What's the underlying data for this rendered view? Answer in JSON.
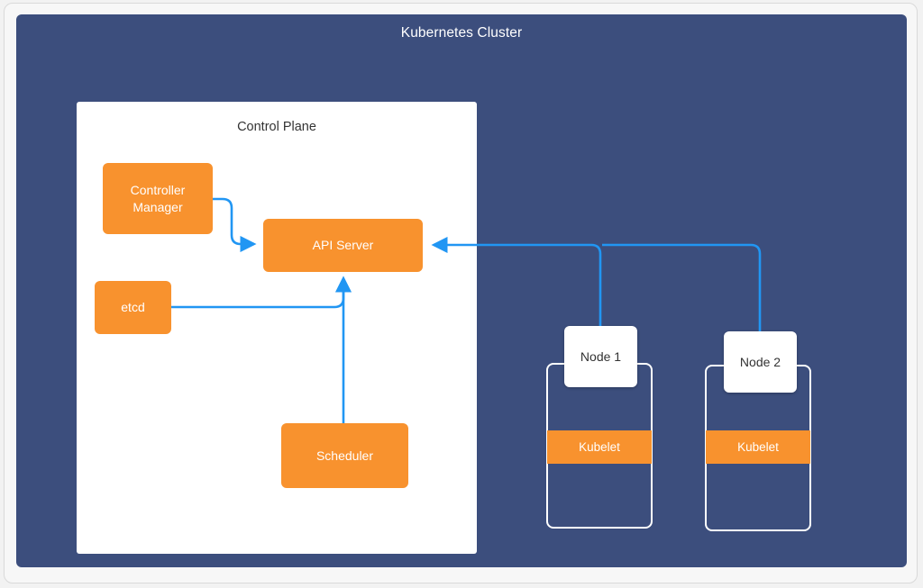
{
  "cluster": {
    "title": "Kubernetes Cluster",
    "background_color": "#3c4e7d"
  },
  "control_plane": {
    "title": "Control Plane",
    "background_color": "#ffffff",
    "components": {
      "controller_manager": "Controller\nManager",
      "controller_manager_line1": "Controller",
      "controller_manager_line2": "Manager",
      "api_server": "API Server",
      "etcd": "etcd",
      "scheduler": "Scheduler"
    }
  },
  "nodes": [
    {
      "label": "Node 1",
      "kubelet_label": "Kubelet"
    },
    {
      "label": "Node 2",
      "kubelet_label": "Kubelet"
    }
  ],
  "colors": {
    "component_orange": "#f8922e",
    "cluster_navy": "#3c4e7d",
    "arrow_blue": "#2196f3",
    "panel_white": "#ffffff",
    "frame_gray": "#f7f7f7",
    "text_dark": "#333333"
  },
  "connections": [
    {
      "from": "Controller Manager",
      "to": "API Server"
    },
    {
      "from": "etcd",
      "to": "API Server"
    },
    {
      "from": "Scheduler",
      "to": "API Server"
    },
    {
      "from": "Node 1",
      "to": "API Server"
    },
    {
      "from": "Node 2",
      "to": "API Server"
    }
  ]
}
